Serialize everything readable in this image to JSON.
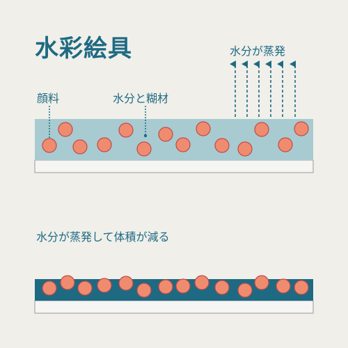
{
  "title": "水彩絵具",
  "labels": {
    "pigment": "顔料",
    "water_and_binder": "水分と糊材",
    "evaporation": "水分が蒸発",
    "shrink_caption": "水分が蒸発して体積が減る"
  },
  "colors": {
    "background": "#f0efea",
    "title_text": "#1e6a82",
    "wet_layer": "#a7cbd1",
    "dry_layer": "#1e6a82",
    "pigment_particle": "#ef8c70",
    "particle_outline": "#c0494a",
    "paper": "#f5f5f3",
    "paper_outline": "#9a9a9a",
    "arrow": "#1e6a82"
  },
  "icons": {
    "evaporation_arrow": "dashed-up-arrow",
    "pigment_particle": "circle"
  }
}
